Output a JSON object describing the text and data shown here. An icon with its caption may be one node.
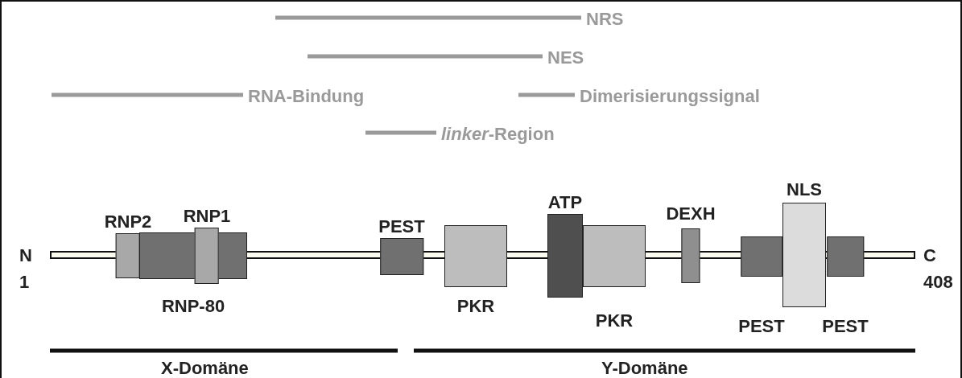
{
  "diagram": {
    "nodes": [
      {
        "text": [
          "RNP2"
        ]
      },
      {
        "text": [
          "RNP-80"
        ]
      },
      {
        "text": [
          "RNP1"
        ]
      },
      {
        "text": [
          "PEST"
        ]
      },
      {
        "text": [
          "PKR"
        ]
      },
      {
        "text": [
          "ATP"
        ]
      },
      {
        "text": [
          "PKR"
        ]
      },
      {
        "text": [
          "DEXH"
        ]
      },
      {
        "text": [
          "PEST"
        ]
      },
      {
        "text": [
          "NLS"
        ]
      },
      {
        "text": [
          "PEST"
        ]
      }
    ],
    "labels": [
      "NRS",
      "NES",
      "RNA-Bindung",
      "Dimerisierungssignal",
      "*linker*-Region",
      "N",
      "C",
      "1",
      "408",
      "X-Domäne",
      "Y-Domäne"
    ]
  }
}
